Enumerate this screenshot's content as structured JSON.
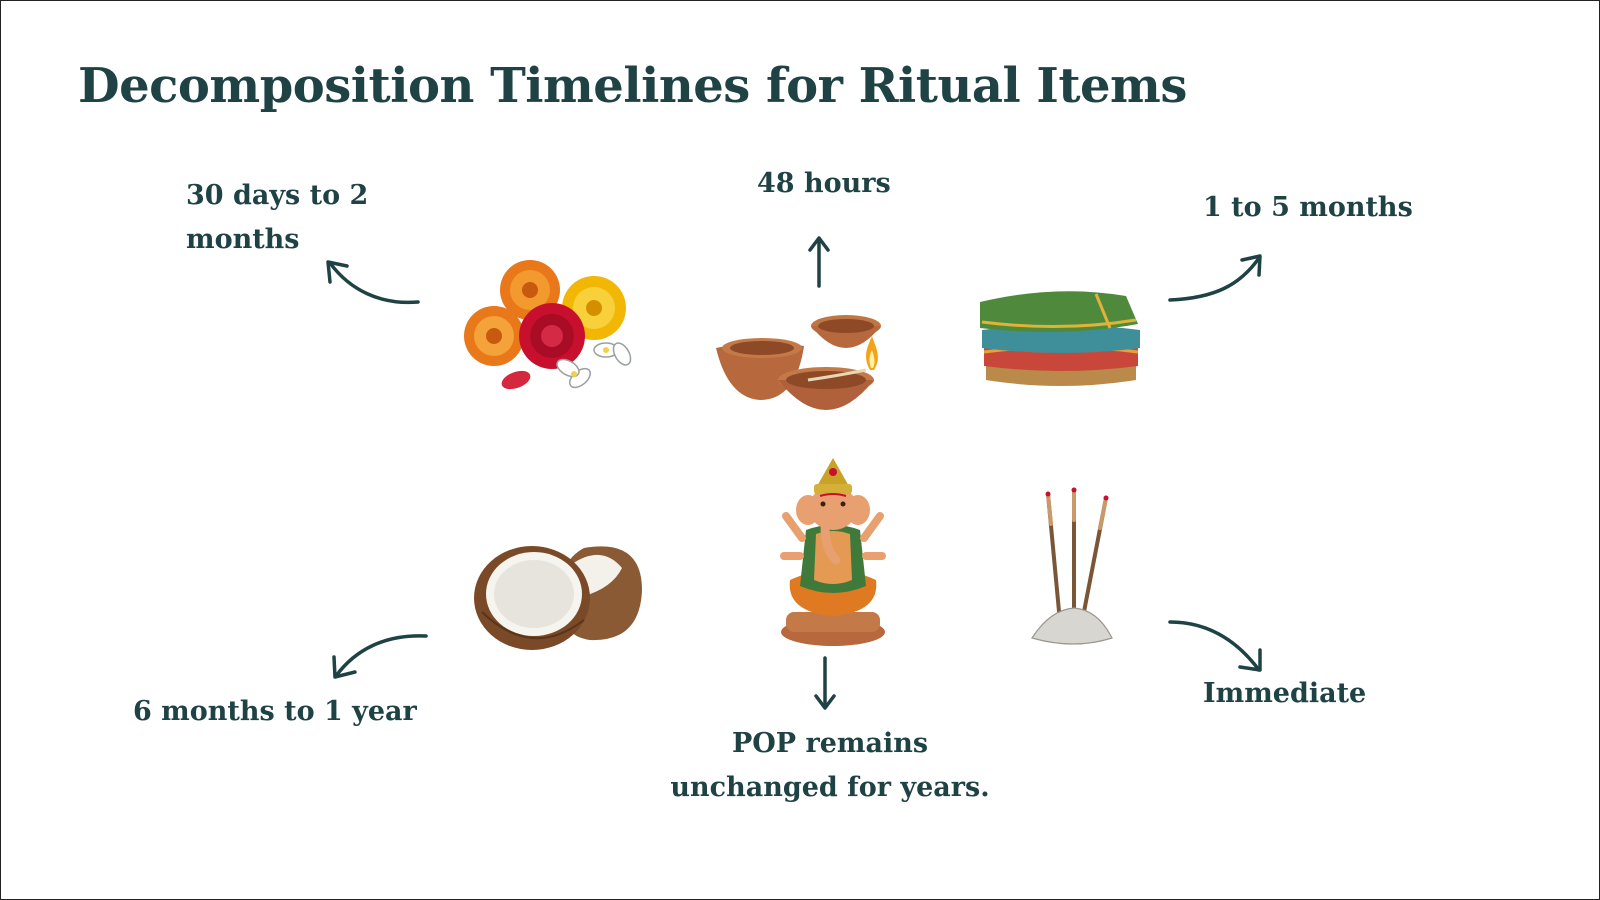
{
  "title": "Decomposition Timelines for Ritual Items",
  "items": {
    "flowers": {
      "line1": "30 days to 2",
      "line2": "months"
    },
    "diyas": {
      "label": "48 hours"
    },
    "cloth": {
      "label": "1 to 5 months"
    },
    "coconut": {
      "label": "6 months to 1 year"
    },
    "idol": {
      "line1": "POP remains",
      "line2": "unchanged for years."
    },
    "incense": {
      "label": "Immediate"
    }
  },
  "colors": {
    "text": "#1f4245",
    "marigold_orange": "#f08a1c",
    "marigold_yellow": "#f5c518",
    "rose": "#c8102e",
    "clay": "#b8683d",
    "cloth_green": "#4f8a3c",
    "cloth_teal": "#3f8f9a",
    "cloth_red": "#c9473a",
    "coconut_shell": "#8a5a34"
  }
}
